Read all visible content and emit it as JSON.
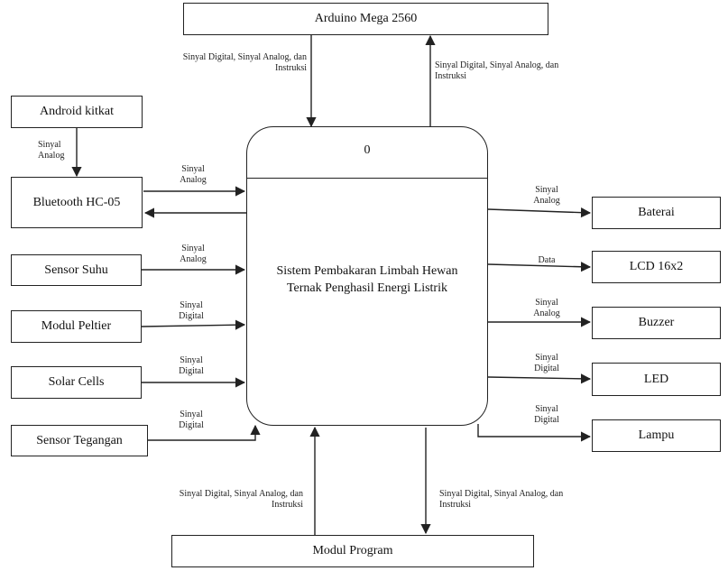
{
  "process": {
    "id": "0",
    "name_line1": "Sistem Pembakaran Limbah Hewan",
    "name_line2": "Ternak Penghasil Energi Listrik"
  },
  "entities": {
    "arduino": "Arduino Mega 2560",
    "android": "Android kitkat",
    "bluetooth": "Bluetooth HC-05",
    "sensor_suhu": "Sensor Suhu",
    "modul_peltier": "Modul Peltier",
    "solar_cells": "Solar Cells",
    "sensor_tegangan": "Sensor Tegangan",
    "baterai": "Baterai",
    "lcd": "LCD 16x2",
    "buzzer": "Buzzer",
    "led": "LED",
    "lampu": "Lampu",
    "modul_program": "Modul Program"
  },
  "flows": {
    "arduino_in_l1": "Sinyal Digital, Sinyal Analog, dan",
    "arduino_in_l2": "Instruksi",
    "arduino_out_l1": "Sinyal Digital, Sinyal Analog, dan",
    "arduino_out_l2": "Instruksi",
    "android_l1": "Sinyal",
    "android_l2": "Analog",
    "bluetooth_l1": "Sinyal",
    "bluetooth_l2": "Analog",
    "suhu_l1": "Sinyal",
    "suhu_l2": "Analog",
    "peltier_l1": "Sinyal",
    "peltier_l2": "Digital",
    "solar_l1": "Sinyal",
    "solar_l2": "Digital",
    "tegangan_l1": "Sinyal",
    "tegangan_l2": "Digital",
    "baterai_l1": "Sinyal",
    "baterai_l2": "Analog",
    "lcd_l1": "Data",
    "buzzer_l1": "Sinyal",
    "buzzer_l2": "Analog",
    "led_l1": "Sinyal",
    "led_l2": "Digital",
    "lampu_l1": "Sinyal",
    "lampu_l2": "Digital",
    "program_in_l1": "Sinyal Digital, Sinyal Analog, dan",
    "program_in_l2": "Instruksi",
    "program_out_l1": "Sinyal Digital, Sinyal Analog, dan",
    "program_out_l2": "Instruksi"
  }
}
